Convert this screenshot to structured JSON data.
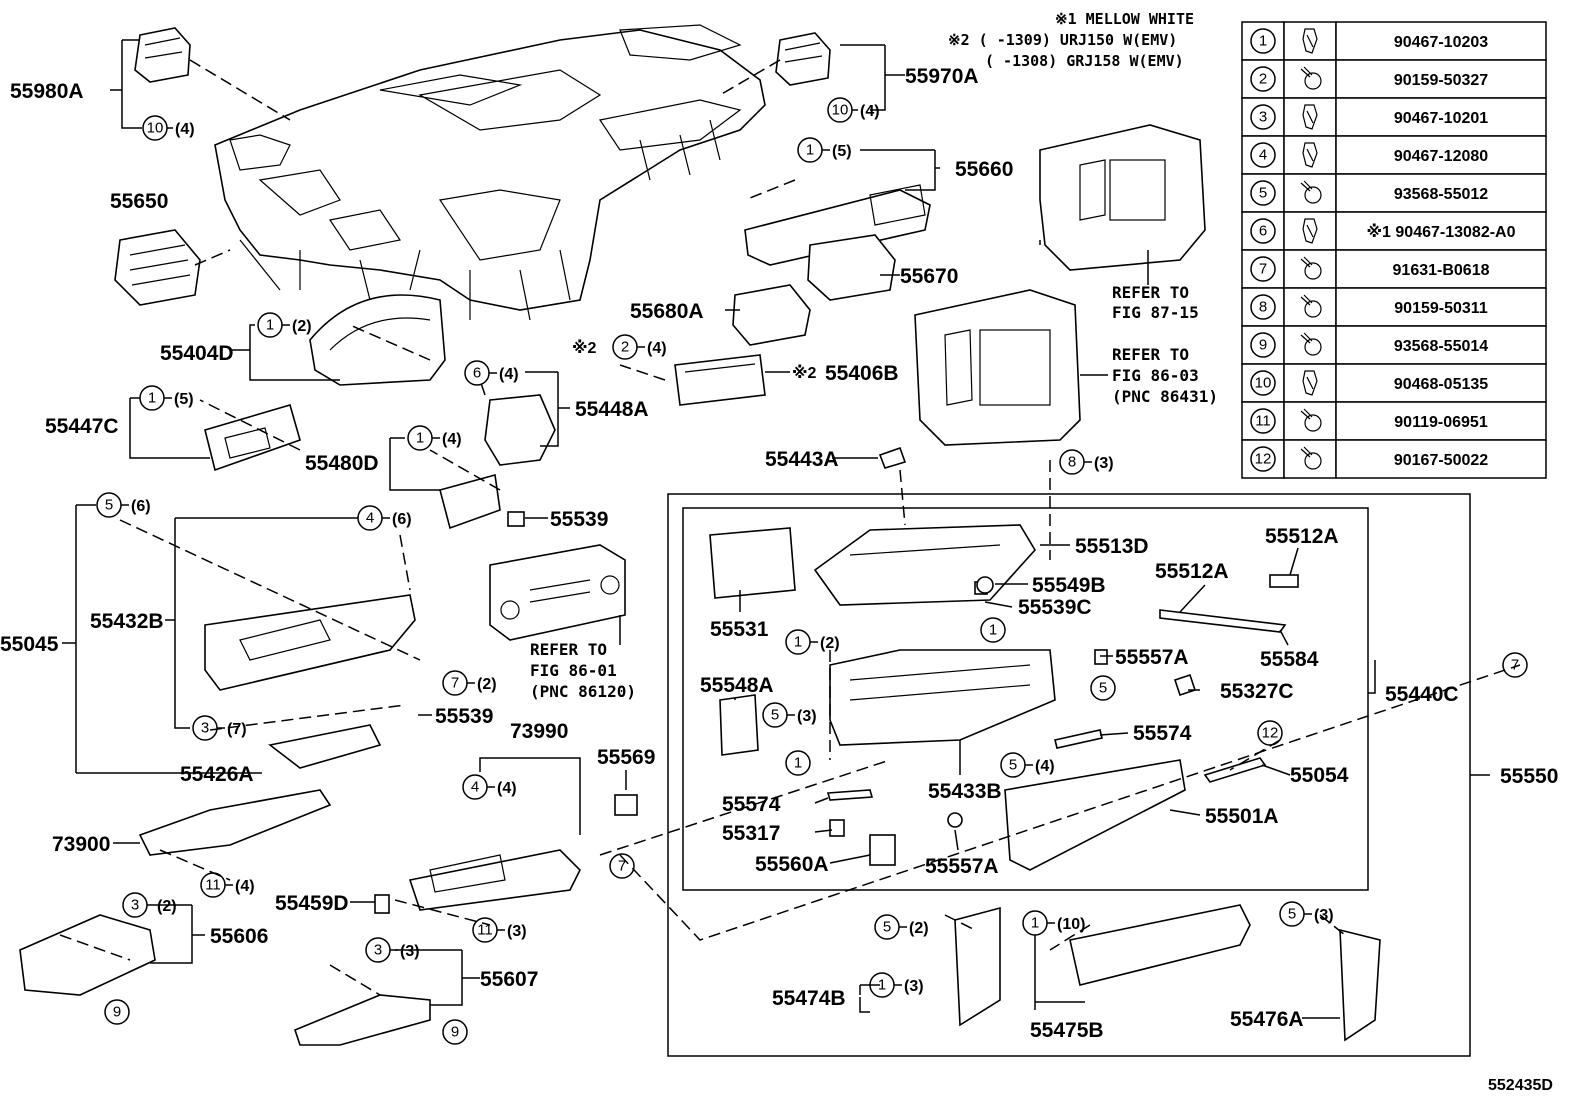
{
  "notes": {
    "n1": "※1 MELLOW WHITE",
    "n2a": "※2 (    -1309) URJ150 W(EMV)",
    "n2b": "(    -1308) GRJ158 W(EMV)"
  },
  "figure_id": "552435D",
  "fastener_table": [
    {
      "key": "1",
      "part": "90467-10203",
      "icon": "clip-icon"
    },
    {
      "key": "2",
      "part": "90159-50327",
      "icon": "screw-icon"
    },
    {
      "key": "3",
      "part": "90467-10201",
      "icon": "clip-icon"
    },
    {
      "key": "4",
      "part": "90467-12080",
      "icon": "clip-icon"
    },
    {
      "key": "5",
      "part": "93568-55012",
      "icon": "screw-icon"
    },
    {
      "key": "6",
      "part": "※1 90467-13082-A0",
      "icon": "clip-icon"
    },
    {
      "key": "7",
      "part": "91631-B0618",
      "icon": "screw-icon"
    },
    {
      "key": "8",
      "part": "90159-50311",
      "icon": "screw-icon"
    },
    {
      "key": "9",
      "part": "93568-55014",
      "icon": "screw-icon"
    },
    {
      "key": "10",
      "part": "90468-05135",
      "icon": "clip-icon"
    },
    {
      "key": "11",
      "part": "90119-06951",
      "icon": "screw-icon"
    },
    {
      "key": "12",
      "part": "90167-50022",
      "icon": "screw-icon"
    }
  ],
  "refers": {
    "r1": [
      "REFER TO",
      "FIG 87-15"
    ],
    "r2": [
      "REFER TO",
      "FIG 86-03",
      "(PNC 86431)"
    ],
    "r3": [
      "REFER TO",
      "FIG 86-01",
      "(PNC 86120)"
    ]
  },
  "part_labels": {
    "p55980A": "55980A",
    "p55970A": "55970A",
    "p55650": "55650",
    "p55660": "55660",
    "p55670": "55670",
    "p55680A": "55680A",
    "p55404D": "55404D",
    "p55406B": "55406B",
    "p55447C": "55447C",
    "p55448A": "55448A",
    "p55480D": "55480D",
    "p55539a": "55539",
    "p55045": "55045",
    "p55432B": "55432B",
    "p55539b": "55539",
    "p55426A": "55426A",
    "p73990": "73990",
    "p73900": "73900",
    "p55569": "55569",
    "p55459D": "55459D",
    "p55606": "55606",
    "p55607": "55607",
    "p55443A": "55443A",
    "p55513D": "55513D",
    "p55512A1": "55512A",
    "p55512A2": "55512A",
    "p55549B": "55549B",
    "p55539C": "55539C",
    "p55531": "55531",
    "p55557A1": "55557A",
    "p55584": "55584",
    "p55548A": "55548A",
    "p55327C": "55327C",
    "p55440C": "55440C",
    "p55574a": "55574",
    "p55054": "55054",
    "p55433B": "55433B",
    "p55550": "55550",
    "p55574b": "55574",
    "p55317": "55317",
    "p55501A": "55501A",
    "p55560A": "55560A",
    "p55557A2": "55557A",
    "p55474B": "55474B",
    "p55475B": "55475B",
    "p55476A": "55476A"
  },
  "callouts": {
    "c10_4a": "(4)",
    "c10_4b": "(4)",
    "c1_5a": "(5)",
    "c1_2a": "(2)",
    "c2_4": "(4)",
    "c6_4": "(4)",
    "c1_5b": "(5)",
    "c1_4": "(4)",
    "c8_3": "(3)",
    "c5_6": "(6)",
    "c4_6": "(6)",
    "c7_2": "(2)",
    "c3_7": "(7)",
    "c4_4": "(4)",
    "c11_4": "(4)",
    "c3_2": "(2)",
    "c11_3": "(3)",
    "c3_3": "(3)",
    "c1_2b": "(2)",
    "c5_3a": "(3)",
    "c5_4": "(4)",
    "c5_2": "(2)",
    "c1_10": "(10)",
    "c5_3b": "(3)",
    "c1_3": "(3)",
    "mark2": "※2"
  }
}
